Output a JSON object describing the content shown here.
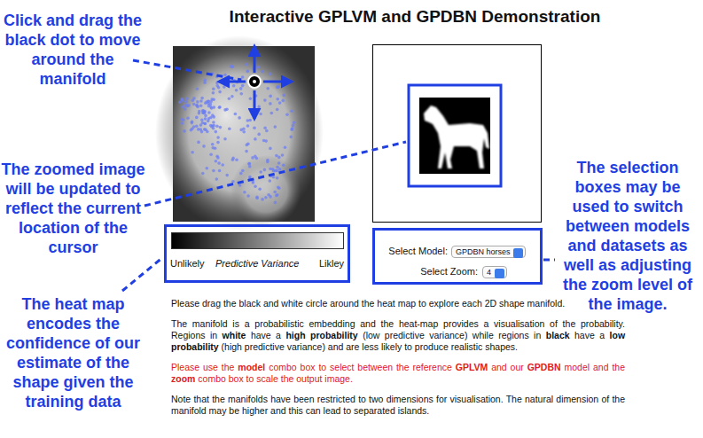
{
  "diagram": {
    "title": "Interactive GPLVM and GPDBN Demonstration",
    "nodes": [
      {
        "text": [
          "Unlikely",
          "Predictive Variance",
          "Likley"
        ]
      },
      {
        "text": [
          "Select Model:",
          "Select Zoom:"
        ]
      },
      {
        "text": [
          "GPDBN horses"
        ],
        "in": 1
      },
      {
        "text": [
          "4"
        ],
        "in": 1
      }
    ],
    "labels": [
      "Click and drag the black dot to move around the manifold",
      "The zoomed image will be updated to reflect the current location of the cursor",
      "The heat map encodes the confidence of our estimate of the shape given the training data",
      "The selection boxes may be used to switch between models and datasets as well as adjusting the zoom level of the image.",
      "Please drag the black and white circle around the heat map to explore each 2D shape manifold.",
      "The manifold is a probabilistic embedding and the heat-map provides a visualisation of the probability. Regions in",
      "white",
      "have a",
      "high probability",
      "(low predictive variance) while regions in",
      "black",
      "have a",
      "low probability",
      "(high predictive variance) and are less likely to produce realistic shapes.",
      "Please use the",
      "model",
      "combo box to select between the reference",
      "GPLVM",
      "and our",
      "GPDBN",
      "model and the",
      "zoom",
      "combo box to scale the output image.",
      "Note that the manifolds have been restricted to two dimensions for visualisation. The natural dimension of the manifold may be higher and this can lead to separated islands."
    ]
  }
}
